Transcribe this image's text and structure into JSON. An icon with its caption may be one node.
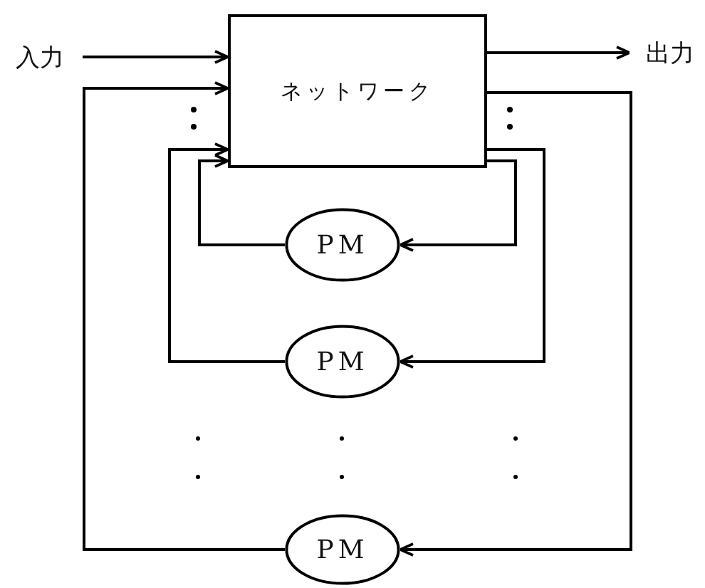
{
  "diagram": {
    "nodes": [
      {
        "text": [
          "入力"
        ]
      },
      {
        "text": [
          "ネットワーク"
        ]
      },
      {
        "text": [
          "出力"
        ]
      },
      {
        "text": [
          "PM"
        ]
      },
      {
        "text": [
          "PM"
        ]
      },
      {
        "text": [
          "PM"
        ]
      }
    ],
    "edges": [
      {
        "from": 0,
        "to": 1,
        "arrow": "to"
      },
      {
        "from": 1,
        "to": 2,
        "arrow": "to"
      },
      {
        "from": 1,
        "to": 3,
        "arrow": "to"
      },
      {
        "from": 3,
        "to": 1,
        "arrow": "to"
      },
      {
        "from": 1,
        "to": 4,
        "arrow": "to"
      },
      {
        "from": 4,
        "to": 1,
        "arrow": "to"
      },
      {
        "from": 1,
        "to": 5,
        "arrow": "to"
      },
      {
        "from": 5,
        "to": 1,
        "arrow": "to"
      }
    ]
  }
}
